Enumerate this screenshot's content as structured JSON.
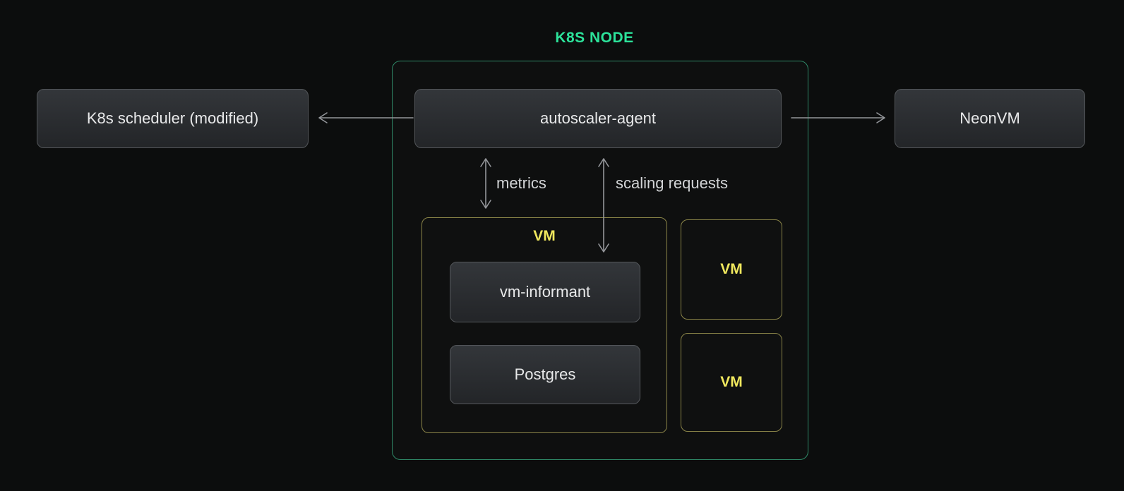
{
  "title": "K8S NODE",
  "nodes": {
    "scheduler": {
      "label": "K8s scheduler (modified)"
    },
    "autoscaler_agent": {
      "label": "autoscaler-agent"
    },
    "neonvm": {
      "label": "NeonVM"
    },
    "vm_main": {
      "label": "VM"
    },
    "vm_informant": {
      "label": "vm-informant"
    },
    "postgres": {
      "label": "Postgres"
    },
    "vm_top_right": {
      "label": "VM"
    },
    "vm_bottom_right": {
      "label": "VM"
    }
  },
  "edge_labels": {
    "metrics": "metrics",
    "scaling_requests": "scaling requests"
  },
  "colors": {
    "background": "#0c0d0d",
    "accent_green": "#2ce29a",
    "container_border": "#2f8968",
    "node_border": "#54575b",
    "node_fill_top": "#33363a",
    "node_fill_bottom": "#232528",
    "node_text": "#e8e9ea",
    "vm_border": "#8a8448",
    "vm_text": "#f0e85e",
    "arrow": "#94969a",
    "edge_label_text": "#d2d4d6"
  }
}
